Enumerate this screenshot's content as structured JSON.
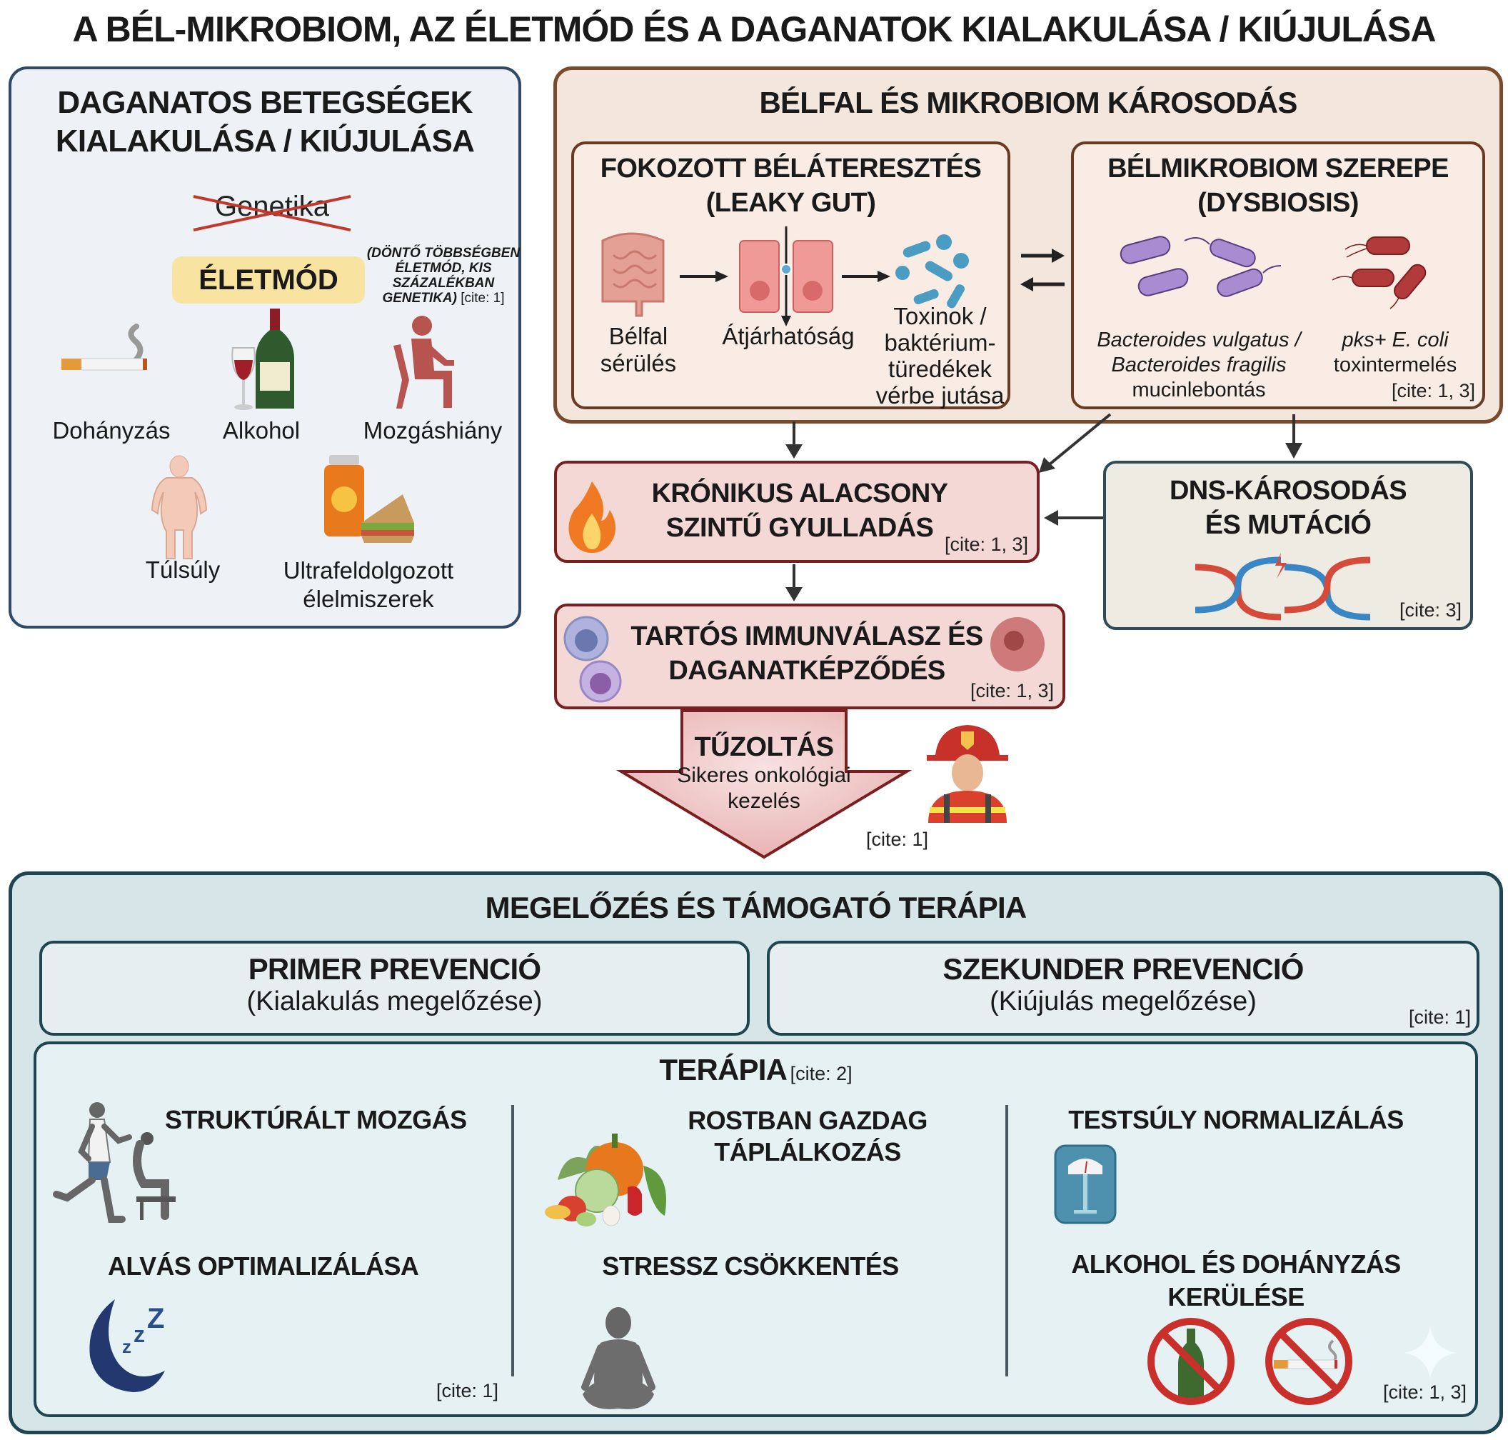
{
  "title": "A BÉL-MIKROBIOM, AZ ÉLETMÓD ÉS A DAGANATOK KIALAKULÁSA / KIÚJULÁSA",
  "left_panel": {
    "heading_line1": "DAGANATOS BETEGSÉGEK",
    "heading_line2": "KIALAKULÁSA / KIÚJULÁSA",
    "struck_word": "Genetika",
    "lifestyle_badge": "ÉLETMÓD",
    "note_lines": [
      "(DÖNTŐ TÖBBSÉGBEN",
      "ÉLETMÓD, KIS",
      "SZÁZALÉKBAN",
      "GENETIKA)"
    ],
    "note_cite": "[cite: 1]",
    "factors": [
      {
        "label": "Dohányzás",
        "icon": "cigarette-icon"
      },
      {
        "label": "Alkohol",
        "icon": "wine-icon"
      },
      {
        "label": "Mozgáshiány",
        "icon": "sitting-person-icon"
      },
      {
        "label": "Túlsúly",
        "icon": "obese-body-icon"
      },
      {
        "label_line1": "Ultrafeldolgozott",
        "label_line2": "élelmiszerek",
        "icon": "processed-food-icon"
      }
    ]
  },
  "damage_panel": {
    "heading": "BÉLFAL ÉS MIKROBIOM KÁROSODÁS",
    "leaky_gut": {
      "heading_line1": "FOKOZOTT BÉLÁTERESZTÉS",
      "heading_line2": "(LEAKY GUT)",
      "step1_line1": "Bélfal",
      "step1_line2": "sérülés",
      "step2": "Átjárhatóság",
      "step3_lines": [
        "Toxinok /",
        "baktérium-",
        "türedékek",
        "vérbe jutása"
      ]
    },
    "dysbiosis": {
      "heading_line1": "BÉLMIKROBIOM SZEREPE",
      "heading_line2": "(DYSBIOSIS)",
      "left_italic_1": "Bacteroides vulgatus /",
      "left_italic_2": "Bacteroides fragilis",
      "left_normal": "mucinlebontás",
      "right_italic": "pks+ E. coli",
      "right_normal": "toxintermelés",
      "cite": "[cite: 1, 3]"
    }
  },
  "inflammation": {
    "line1": "KRÓNIKUS ALACSONY",
    "line2": "SZINTŰ GYULLADÁS",
    "cite": "[cite: 1, 3]"
  },
  "dna_damage": {
    "line1": "DNS-KÁROSODÁS",
    "line2": "ÉS MUTÁCIÓ",
    "cite": "[cite: 3]"
  },
  "immune": {
    "line1": "TARTÓS IMMUNVÁLASZ ÉS",
    "line2": "DAGANATKÉPZŐDÉS",
    "cite": "[cite: 1, 3]"
  },
  "firefighting": {
    "heading": "TŰZOLTÁS",
    "line1": "Sikeres onkológiai",
    "line2": "kezelés",
    "cite": "[cite: 1]"
  },
  "prevention": {
    "heading": "MEGELŐZÉS ÉS TÁMOGATÓ TERÁPIA",
    "primary_title": "PRIMER PREVENCIÓ",
    "primary_sub": "(Kialakulás megelőzése)",
    "secondary_title": "SZEKUNDER PREVENCIÓ",
    "secondary_sub": "(Kiújulás megelőzése)",
    "secondary_cite": "[cite: 1]",
    "therapy": {
      "heading": "TERÁPIA",
      "heading_cite": "[cite: 2]",
      "exercise": "STRUKTÚRÁLT MOZGÁS",
      "sleep": "ALVÁS OPTIMALIZÁLÁSA",
      "col1_cite": "[cite: 1]",
      "diet_line1": "ROSTBAN GAZDAG",
      "diet_line2": "TÁPLÁLKOZÁS",
      "stress": "STRESSZ CSÖKKENTÉS",
      "weight": "TESTSÚLY NORMALIZÁLÁS",
      "avoid_line1": "ALKOHOL ÉS DOHÁNYZÁS",
      "avoid_line2": "KERÜLÉSE",
      "col3_cite": "[cite: 1, 3]"
    }
  }
}
